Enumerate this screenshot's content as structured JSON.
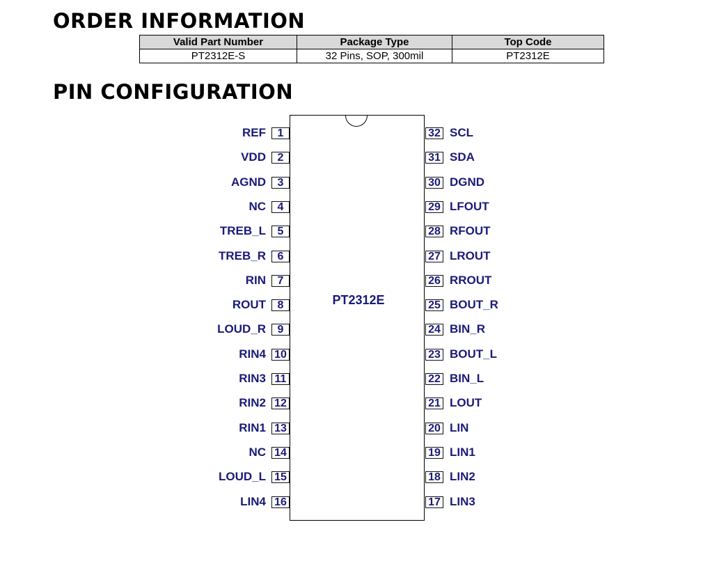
{
  "order": {
    "title": "ORDER INFORMATION",
    "headers": [
      "Valid Part Number",
      "Package Type",
      "Top Code"
    ],
    "row": [
      "PT2312E-S",
      "32 Pins, SOP, 300mil",
      "PT2312E"
    ]
  },
  "pin_config": {
    "title": "PIN CONFIGURATION",
    "chip_label": "PT2312E",
    "left_pins": [
      {
        "num": "1",
        "name": "REF"
      },
      {
        "num": "2",
        "name": "VDD"
      },
      {
        "num": "3",
        "name": "AGND"
      },
      {
        "num": "4",
        "name": "NC"
      },
      {
        "num": "5",
        "name": "TREB_L"
      },
      {
        "num": "6",
        "name": "TREB_R"
      },
      {
        "num": "7",
        "name": "RIN"
      },
      {
        "num": "8",
        "name": "ROUT"
      },
      {
        "num": "9",
        "name": "LOUD_R"
      },
      {
        "num": "10",
        "name": "RIN4"
      },
      {
        "num": "11",
        "name": "RIN3"
      },
      {
        "num": "12",
        "name": "RIN2"
      },
      {
        "num": "13",
        "name": "RIN1"
      },
      {
        "num": "14",
        "name": "NC"
      },
      {
        "num": "15",
        "name": "LOUD_L"
      },
      {
        "num": "16",
        "name": "LIN4"
      }
    ],
    "right_pins": [
      {
        "num": "32",
        "name": "SCL"
      },
      {
        "num": "31",
        "name": "SDA"
      },
      {
        "num": "30",
        "name": "DGND"
      },
      {
        "num": "29",
        "name": "LFOUT"
      },
      {
        "num": "28",
        "name": "RFOUT"
      },
      {
        "num": "27",
        "name": "LROUT"
      },
      {
        "num": "26",
        "name": "RROUT"
      },
      {
        "num": "25",
        "name": "BOUT_R"
      },
      {
        "num": "24",
        "name": "BIN_R"
      },
      {
        "num": "23",
        "name": "BOUT_L"
      },
      {
        "num": "22",
        "name": "BIN_L"
      },
      {
        "num": "21",
        "name": "LOUT"
      },
      {
        "num": "20",
        "name": "LIN"
      },
      {
        "num": "19",
        "name": "LIN1"
      },
      {
        "num": "18",
        "name": "LIN2"
      },
      {
        "num": "17",
        "name": "LIN3"
      }
    ]
  }
}
